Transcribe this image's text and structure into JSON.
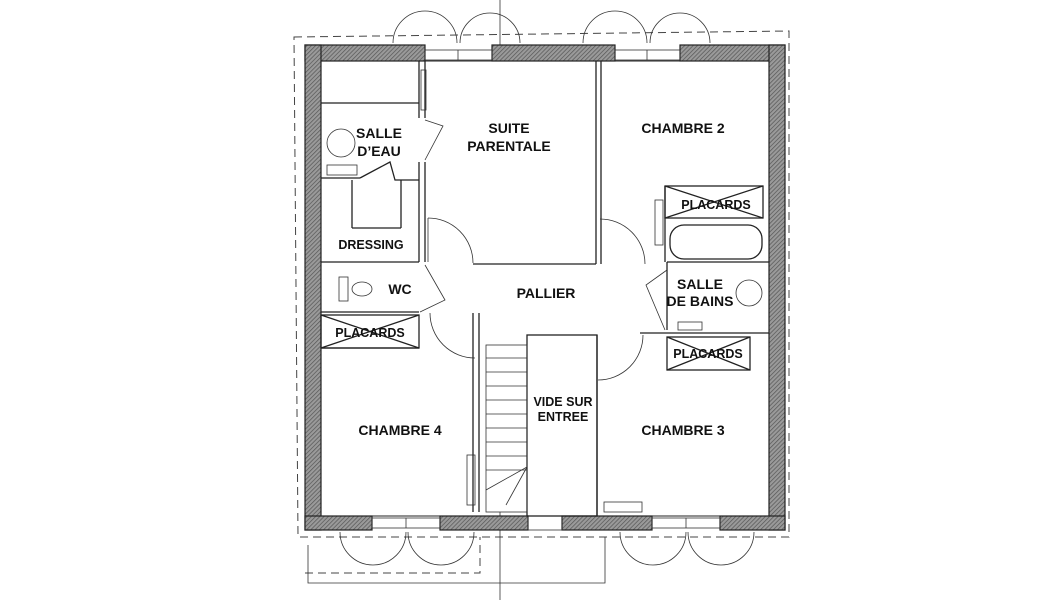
{
  "plan": {
    "rooms": {
      "salle_eau": [
        "SALLE",
        "D’EAU"
      ],
      "suite": [
        "SUITE",
        "PARENTALE"
      ],
      "chambre2": "CHAMBRE 2",
      "placards_ch2": "PLACARDS",
      "dressing": "DRESSING",
      "wc": "WC",
      "pallier": "PALLIER",
      "salle_bains": [
        "SALLE",
        "DE BAINS"
      ],
      "placards_ch4": "PLACARDS",
      "placards_ch3": "PLACARDS",
      "vide": [
        "VIDE SUR",
        "ENTREE"
      ],
      "chambre4": "CHAMBRE 4",
      "chambre3": "CHAMBRE 3"
    },
    "colors": {
      "wall": "#6e6e6e",
      "line": "#222222"
    }
  }
}
